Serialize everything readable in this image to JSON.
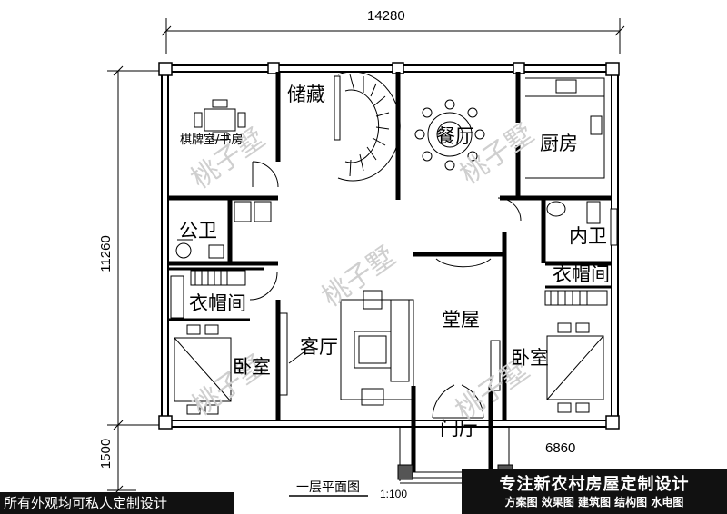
{
  "dimensions": {
    "width_total": "14280",
    "height_total": "11260",
    "porch_depth": "1500",
    "right_width": "6860"
  },
  "rooms": {
    "storage": "储藏",
    "dining": "餐厅",
    "kitchen": "厨房",
    "chess_study": "棋牌室/书房",
    "public_bath": "公卫",
    "inner_bath": "内卫",
    "closet_left": "衣帽间",
    "closet_right": "衣帽间",
    "main_hall": "堂屋",
    "living": "客厅",
    "bedroom_left": "卧室",
    "bedroom_right": "卧室",
    "foyer": "门厅"
  },
  "drawing": {
    "title": "一层平面图",
    "scale": "1:100"
  },
  "watermark": "桃子墅",
  "banner": {
    "headline": "专注新农村房屋定制设计",
    "services": "方案图  效果图  建筑图  结构图  水电图"
  },
  "footer_note": "所有外观均可私人定制设计",
  "colors": {
    "wall": "#000000",
    "watermark": "#cfcfcf",
    "banner_bg": "#111111",
    "banner_text": "#ffffff"
  }
}
